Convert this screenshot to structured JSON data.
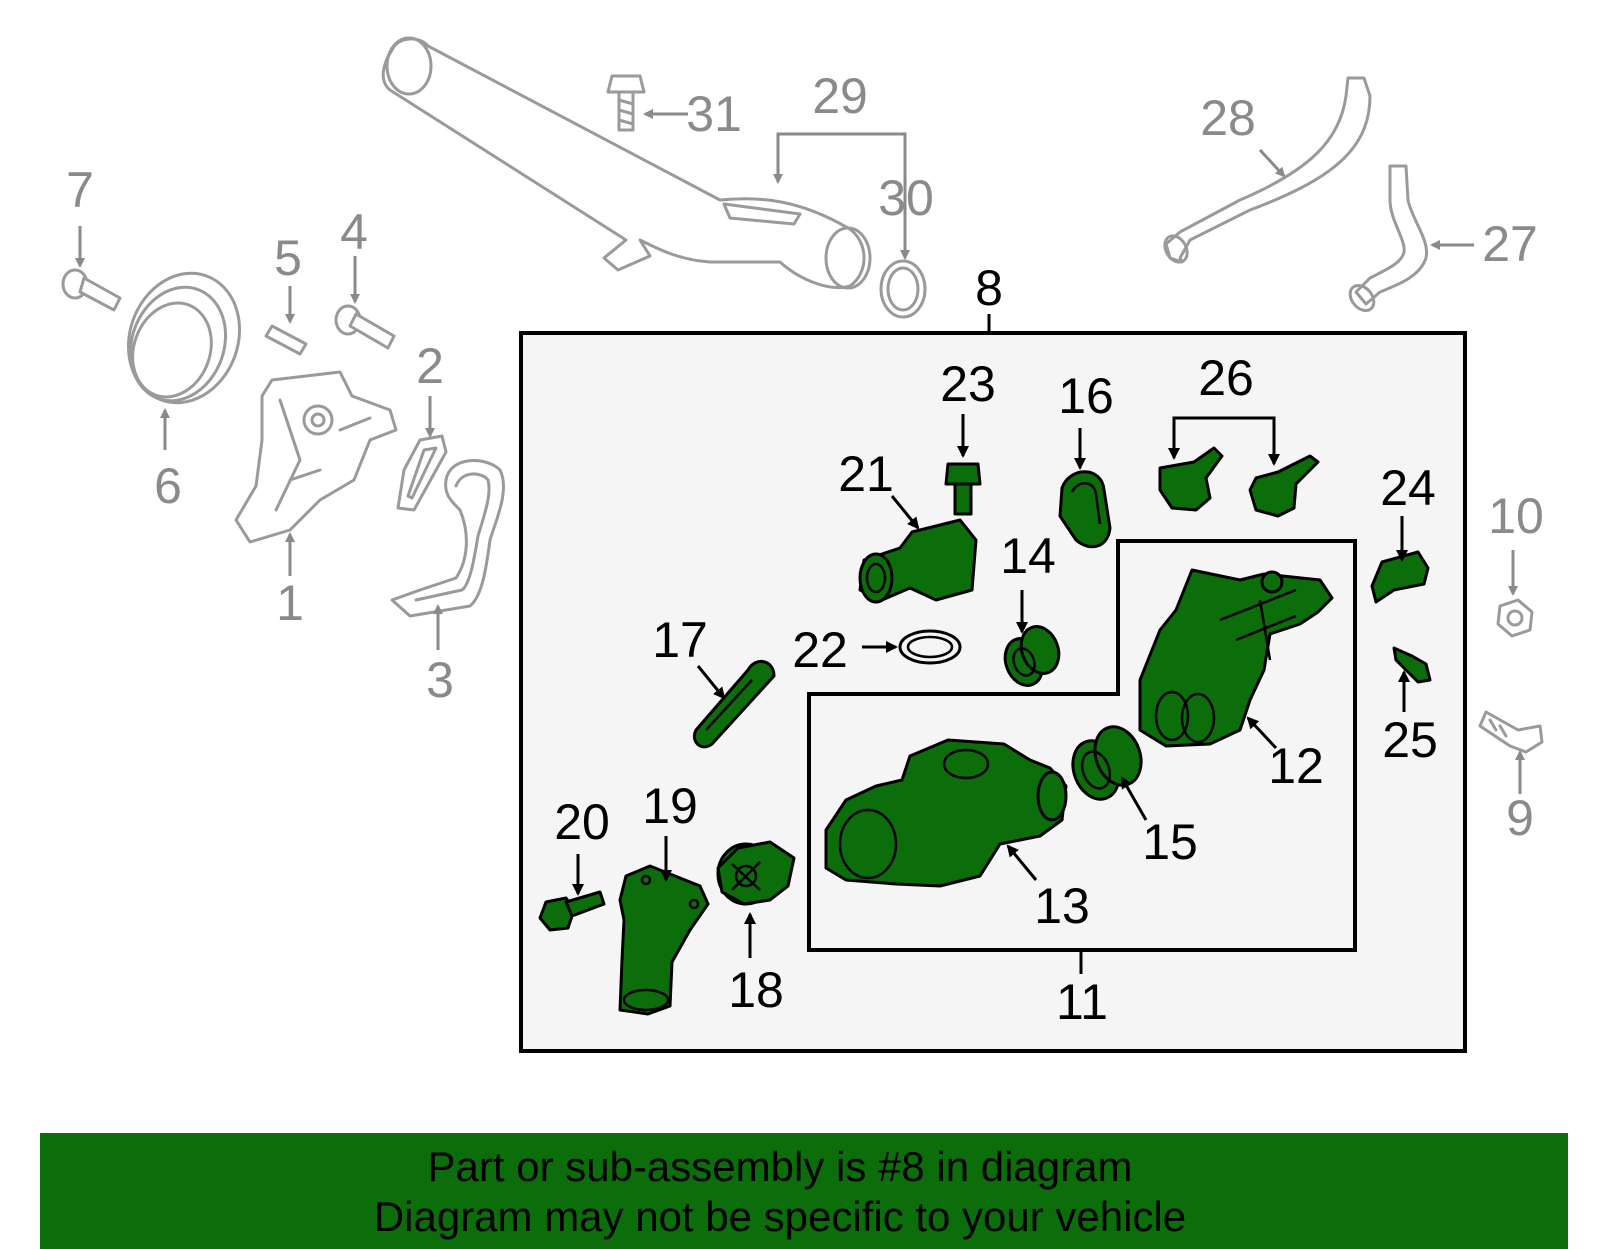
{
  "callouts": [
    {
      "id": "1",
      "color": "grey"
    },
    {
      "id": "2",
      "color": "grey"
    },
    {
      "id": "3",
      "color": "grey"
    },
    {
      "id": "4",
      "color": "grey"
    },
    {
      "id": "5",
      "color": "grey"
    },
    {
      "id": "6",
      "color": "grey"
    },
    {
      "id": "7",
      "color": "grey"
    },
    {
      "id": "8",
      "color": "black"
    },
    {
      "id": "9",
      "color": "grey"
    },
    {
      "id": "10",
      "color": "grey"
    },
    {
      "id": "11",
      "color": "black"
    },
    {
      "id": "12",
      "color": "black"
    },
    {
      "id": "13",
      "color": "black"
    },
    {
      "id": "14",
      "color": "black"
    },
    {
      "id": "15",
      "color": "black"
    },
    {
      "id": "16",
      "color": "black"
    },
    {
      "id": "17",
      "color": "black"
    },
    {
      "id": "18",
      "color": "black"
    },
    {
      "id": "19",
      "color": "black"
    },
    {
      "id": "20",
      "color": "black"
    },
    {
      "id": "21",
      "color": "black"
    },
    {
      "id": "22",
      "color": "black"
    },
    {
      "id": "23",
      "color": "black"
    },
    {
      "id": "24",
      "color": "black"
    },
    {
      "id": "25",
      "color": "black"
    },
    {
      "id": "26",
      "color": "black"
    },
    {
      "id": "27",
      "color": "grey"
    },
    {
      "id": "28",
      "color": "grey"
    },
    {
      "id": "29",
      "color": "grey"
    },
    {
      "id": "30",
      "color": "grey"
    },
    {
      "id": "31",
      "color": "grey"
    }
  ],
  "banner": {
    "line1": "Part or sub-assembly is #8 in diagram",
    "line2": "Diagram may not be specific to your vehicle"
  },
  "colors": {
    "highlight_part": "#0b6e0b",
    "banner_bg": "#0b6e0b",
    "other_part_outline": "#9a9a9a",
    "assembly_box_bg": "#f5f5f5"
  }
}
